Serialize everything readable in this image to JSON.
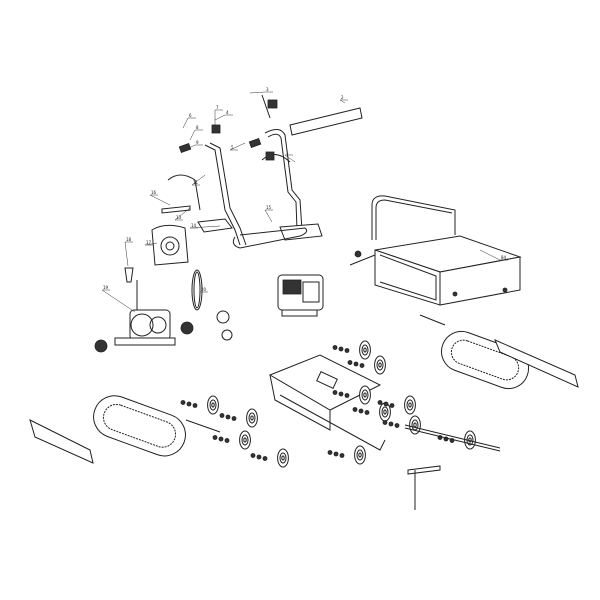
{
  "diagram": {
    "callouts": [
      "1",
      "2",
      "3",
      "4",
      "5",
      "6",
      "7",
      "8",
      "9",
      "11",
      "13",
      "14",
      "15",
      "16",
      "17",
      "18",
      "19",
      "20",
      "84"
    ],
    "line_color": "#222222",
    "background": "#ffffff"
  }
}
